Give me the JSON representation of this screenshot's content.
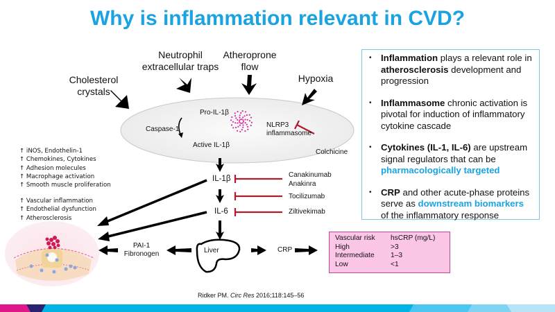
{
  "title": "Why is inflammation relevant in CVD?",
  "triggers": {
    "cholesterol": [
      "Cholesterol",
      "crystals"
    ],
    "neutrophil": [
      "Neutrophil",
      "extracellular traps"
    ],
    "atheroprone": [
      "Atheroprone",
      "flow"
    ],
    "hypoxia": "Hypoxia"
  },
  "cell": {
    "pro_il1b": "Pro-IL-1β",
    "caspase": "Caspase-1",
    "active_il1b": "Active IL-1β",
    "nlrp3": [
      "NLRP3",
      "inflammasome"
    ]
  },
  "inhibitors": {
    "colchicine": "Colchicine",
    "il1b_drugs": [
      "Canakinumab",
      "Anakinra"
    ],
    "il6r_drug": "Tocilizumab",
    "il6_drug": "Ziltivekimab"
  },
  "cascade": {
    "il1b": "IL-1β",
    "il6": "IL-6",
    "liver": "Liver",
    "pai1": [
      "PAI-1",
      "Fibronogen"
    ],
    "crp": "CRP"
  },
  "effects": {
    "group1": [
      "↑ iNOS, Endothelin-1",
      "↑ Chemokines, Cytokines",
      "↑ Adhesion molecules",
      "↑ Macrophage activation",
      "↑ Smooth muscle proliferation"
    ],
    "group2": [
      "↑ Vascular inflammation",
      "↑ Endothelial dysfunction",
      "↑ Atherosclerosis"
    ]
  },
  "key_points": [
    {
      "b1": "Inflammation",
      "t1": " plays a relevant role in ",
      "b2": "atherosclerosis",
      "t2": " development and progression",
      "h": "",
      "t3": ""
    },
    {
      "b1": "Inflammasome",
      "t1": " chronic activation is pivotal for induction of inflammatory cytokine cascade",
      "b2": "",
      "t2": "",
      "h": "",
      "t3": ""
    },
    {
      "b1": "Cytokines (IL-1, IL-6)",
      "t1": " are upstream signal regulators that can be ",
      "b2": "",
      "t2": "",
      "h": "pharmacologically targeted",
      "t3": ""
    },
    {
      "b1": "CRP",
      "t1": " and other acute-phase proteins serve as ",
      "b2": "",
      "t2": "",
      "h": "downstream biomarkers",
      "t3": " of the inflammatory response"
    }
  ],
  "bullet_char": "•",
  "risk_table": {
    "headers": [
      "Vascular risk",
      "hsCRP (mg/L)"
    ],
    "rows": [
      [
        "High",
        ">3"
      ],
      [
        "Intermediate",
        "1–3"
      ],
      [
        "Low",
        "<1"
      ]
    ]
  },
  "citation": {
    "author": "Ridker PM. ",
    "journal": "Circ Res",
    "rest": " 2016;118:145–56"
  },
  "colors": {
    "title": "#1aa3e0",
    "inhibitor": "#b01c2e",
    "inflammasome": "#d42ea0",
    "highlight": "#1aa3e0",
    "risk_box_fill": "#fcc6e6",
    "risk_box_border": "#c0489a",
    "footer_main": "#00b4e6",
    "footer_magenta": "#e0188a",
    "footer_navy": "#2a2270"
  }
}
